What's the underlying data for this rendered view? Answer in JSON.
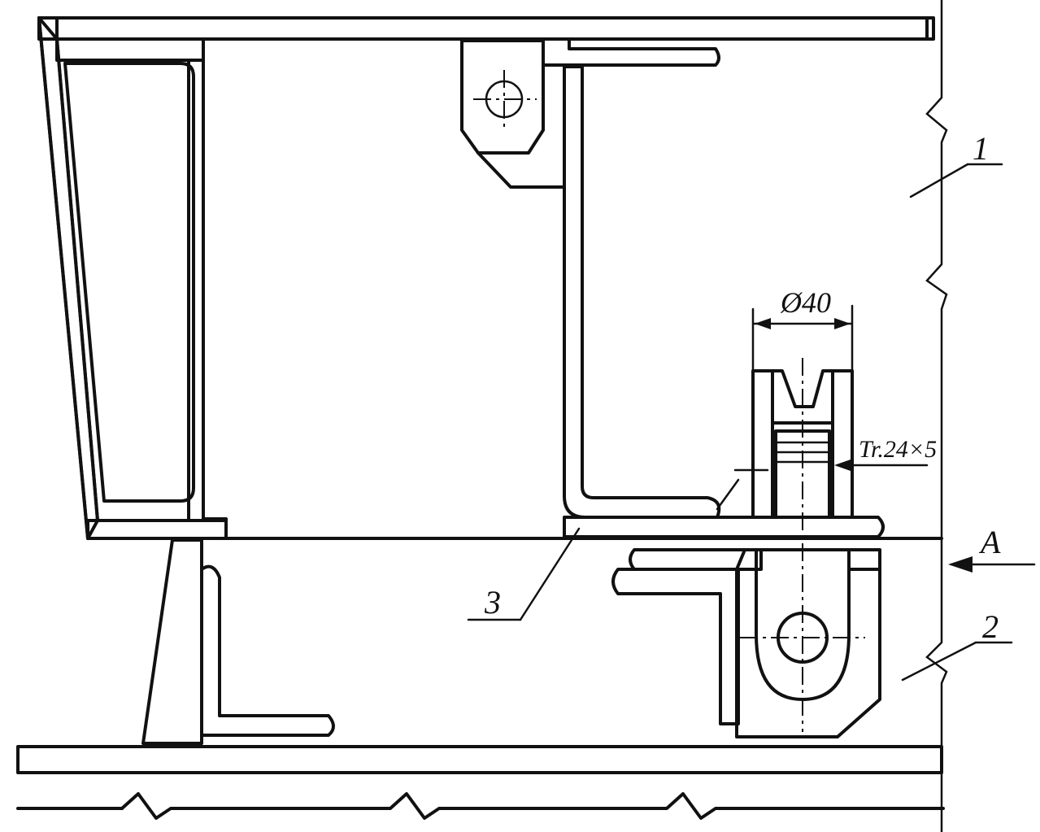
{
  "drawing": {
    "callouts": {
      "part_1": "1",
      "part_2": "2",
      "part_3": "3",
      "view_a": "A"
    },
    "dimensions": {
      "diameter": "Ø40",
      "thread": "Tr.24×5"
    },
    "colors": {
      "ink": "#111111",
      "paper": "#ffffff"
    }
  }
}
